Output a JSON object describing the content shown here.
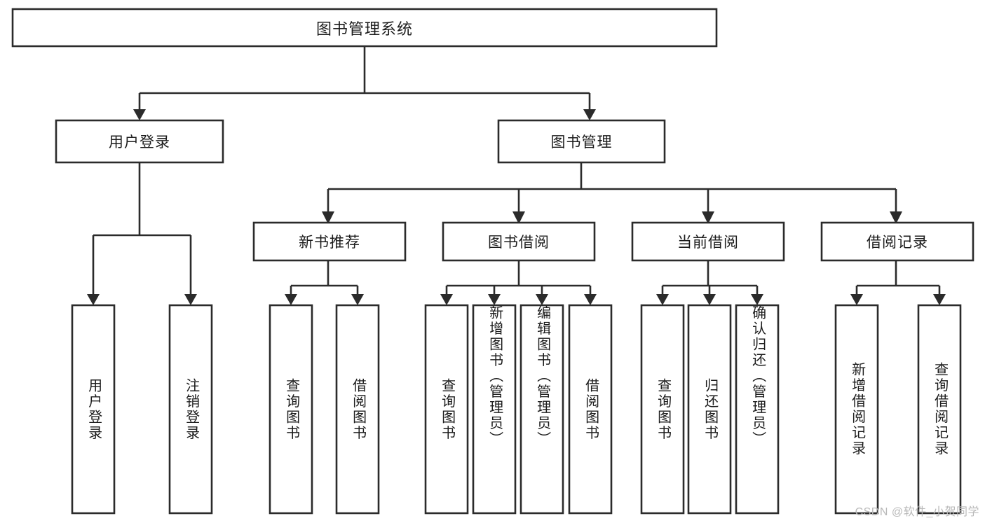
{
  "diagram": {
    "title": "图书管理系统",
    "type": "hierarchy-tree",
    "watermark": "CSDN @软件_小贺同学",
    "colors": {
      "stroke": "#2b2b2b",
      "fill": "#ffffff",
      "text": "#1c1c1c",
      "watermark": "#b9b9b9"
    },
    "root": {
      "label": "图书管理系统",
      "orientation": "horizontal"
    },
    "level2": [
      {
        "label": "用户登录",
        "orientation": "horizontal"
      },
      {
        "label": "图书管理",
        "orientation": "horizontal"
      }
    ],
    "level3": [
      {
        "label": "新书推荐",
        "orientation": "horizontal",
        "parent": "图书管理"
      },
      {
        "label": "图书借阅",
        "orientation": "horizontal",
        "parent": "图书管理"
      },
      {
        "label": "当前借阅",
        "orientation": "horizontal",
        "parent": "图书管理"
      },
      {
        "label": "借阅记录",
        "orientation": "horizontal",
        "parent": "图书管理"
      }
    ],
    "leaves": {
      "用户登录": [
        {
          "label": "用户登录",
          "orientation": "vertical"
        },
        {
          "label": "注销登录",
          "orientation": "vertical"
        }
      ],
      "新书推荐": [
        {
          "label": "查询图书",
          "orientation": "vertical"
        },
        {
          "label": "借阅图书",
          "orientation": "vertical"
        }
      ],
      "图书借阅": [
        {
          "label": "查询图书",
          "orientation": "vertical"
        },
        {
          "label": "新增图书（管理员）",
          "orientation": "vertical"
        },
        {
          "label": "编辑图书（管理员）",
          "orientation": "vertical"
        },
        {
          "label": "借阅图书",
          "orientation": "vertical"
        }
      ],
      "当前借阅": [
        {
          "label": "查询图书",
          "orientation": "vertical"
        },
        {
          "label": "归还图书",
          "orientation": "vertical"
        },
        {
          "label": "确认归还（管理员）",
          "orientation": "vertical"
        }
      ],
      "借阅记录": [
        {
          "label": "新增借阅记录",
          "orientation": "vertical"
        },
        {
          "label": "查询借阅记录",
          "orientation": "vertical"
        }
      ]
    }
  }
}
